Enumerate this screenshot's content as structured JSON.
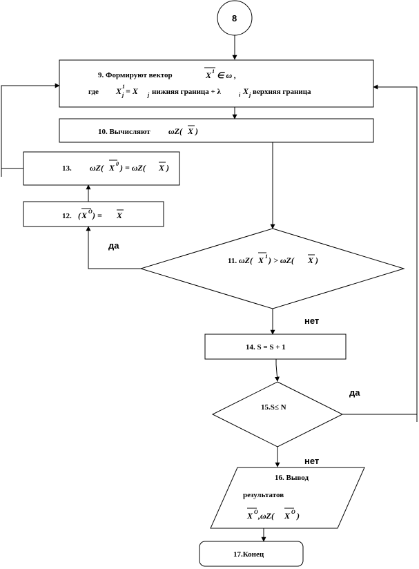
{
  "connector": {
    "label": "8"
  },
  "step9": {
    "label": "9. Формируют вектор",
    "vector": "X",
    "vector_sup": "1",
    "membership": " ∈ ω ,",
    "where_prefix": "где",
    "formula_lhs": "X",
    "formula_lhs_sub": "j",
    "formula_lhs_sup": "1",
    "formula_eq": " = X",
    "formula_eq_sub": "j",
    "lower_text": "нижняя граница + λ",
    "lambda_sub": "i",
    "x_after": "X",
    "x_after_sub": "j",
    "upper_text": "верхняя граница"
  },
  "step10": {
    "label": "10. Вычисляют",
    "expr_prefix": "ωZ(",
    "expr_x": "X",
    "expr_suffix": ")"
  },
  "step13": {
    "label": "13.",
    "expr_prefix": "ωZ(",
    "expr_x": "X",
    "expr_x_sup": "0",
    "expr_mid": ") = ωZ(",
    "expr_x2": "X",
    "expr_suffix": ")"
  },
  "step12": {
    "label": "12.",
    "expr_open": "(",
    "expr_x": "X",
    "expr_x_sup": "O",
    "expr_mid": ") = ",
    "expr_x2": "X"
  },
  "step11": {
    "label": "11.",
    "expr_prefix": "ωZ(",
    "expr_x": "X",
    "expr_x_sup": "1",
    "expr_mid": ") > ωZ(",
    "expr_x2": "X",
    "expr_suffix": ")"
  },
  "step14": {
    "label": "14. S = S + 1"
  },
  "step15": {
    "label": "15.S≤ N"
  },
  "step16": {
    "line1": "16.    Вывод",
    "line2": "результатов",
    "expr_x": "X",
    "expr_x_sup": "O",
    "expr_mid": " ,ωZ(",
    "expr_x2": "X",
    "expr_x2_sup": "O",
    "expr_suffix": ")"
  },
  "step17": {
    "label": "17.Конец"
  },
  "branches": {
    "yes_11": "да",
    "no_11": "нет",
    "yes_15": "да",
    "no_15": "нет"
  }
}
